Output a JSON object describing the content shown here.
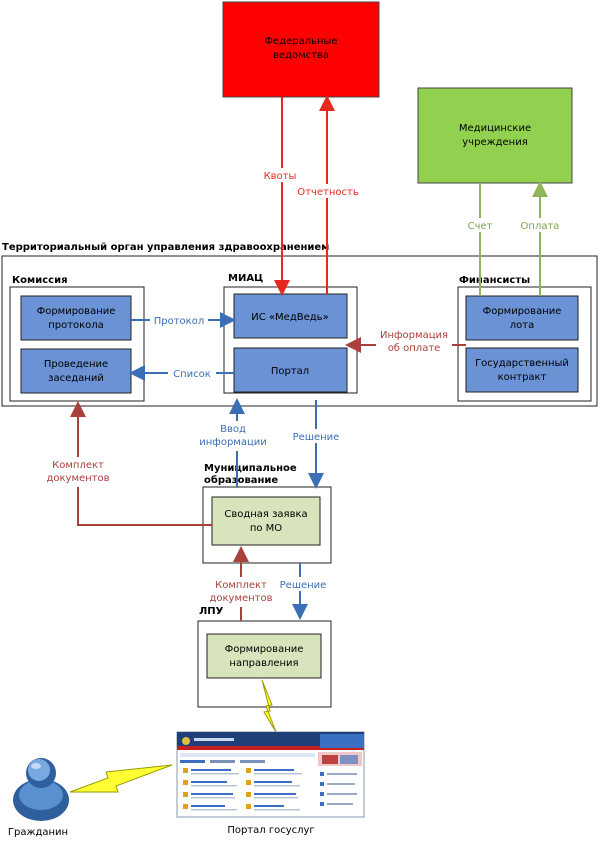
{
  "colors": {
    "red": "#ff0000",
    "green": "#92d050",
    "blue_node": "#6a92d4",
    "pale_green": "#d8e4bc",
    "arrow_red": "#e8281e",
    "arrow_brown": "#a9403c",
    "arrow_blue": "#3b6fb5",
    "arrow_green": "#8fb55a"
  },
  "nodes": {
    "federal": "Федеральные ведомства",
    "medical": "Медицинские учреждения",
    "territorial_title": "Территориальный орган управления здравоохранением",
    "commission_title": "Комиссия",
    "miac_title": "МИАЦ",
    "financiers_title": "Финансисты",
    "protocol_forming": "Формирование протокола",
    "meetings": "Проведение заседаний",
    "medved": "ИС «МедВедь»",
    "portal": "Портал",
    "lot_forming": "Формирование лота",
    "state_contract": "Государственный контракт",
    "municipal_title": "Муниципальное образование",
    "summary_request": "Сводная заявка по МО",
    "lpu_title": "ЛПУ",
    "referral_forming": "Формирование направления",
    "gosuslugi_caption": "Портал госуслуг",
    "citizen_caption": "Гражданин"
  },
  "edges": {
    "quotas": "Квоты",
    "reporting": "Отчетность",
    "invoice": "Счет",
    "payment": "Оплата",
    "protocol": "Протокол",
    "list": "Список",
    "payment_info_1": "Информация",
    "payment_info_2": "об оплате",
    "input_info_1": "Ввод",
    "input_info_2": "информации",
    "decision_top": "Решение",
    "docs_left_1": "Комплект",
    "docs_left_2": "документов",
    "docs_mid_1": "Комплект",
    "docs_mid_2": "документов",
    "decision_bottom": "Решение"
  }
}
